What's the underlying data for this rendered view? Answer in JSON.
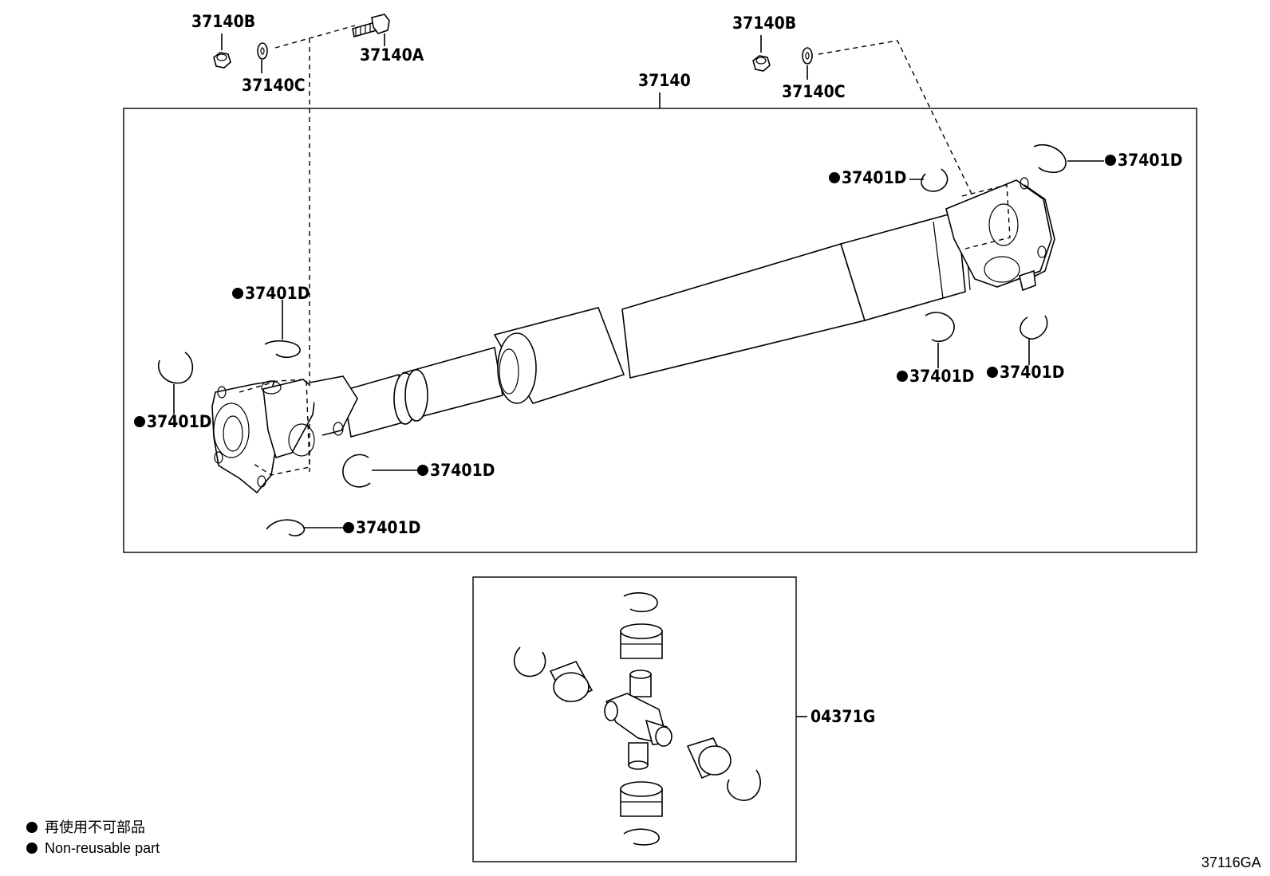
{
  "diagram": {
    "main_assembly_label": "37140",
    "bolt_label": "37140A",
    "nut_labels": [
      "37140B",
      "37140B"
    ],
    "washer_labels": [
      "37140C",
      "37140C"
    ],
    "snap_ring_labels": [
      "37401D",
      "37401D",
      "37401D",
      "37401D",
      "37401D",
      "37401D",
      "37401D",
      "37401D"
    ],
    "spider_kit_label": "04371G",
    "legend": {
      "line_jp": "再使用不可部品",
      "line_en": "Non-reusable part"
    },
    "figure_code": "37116GA"
  }
}
